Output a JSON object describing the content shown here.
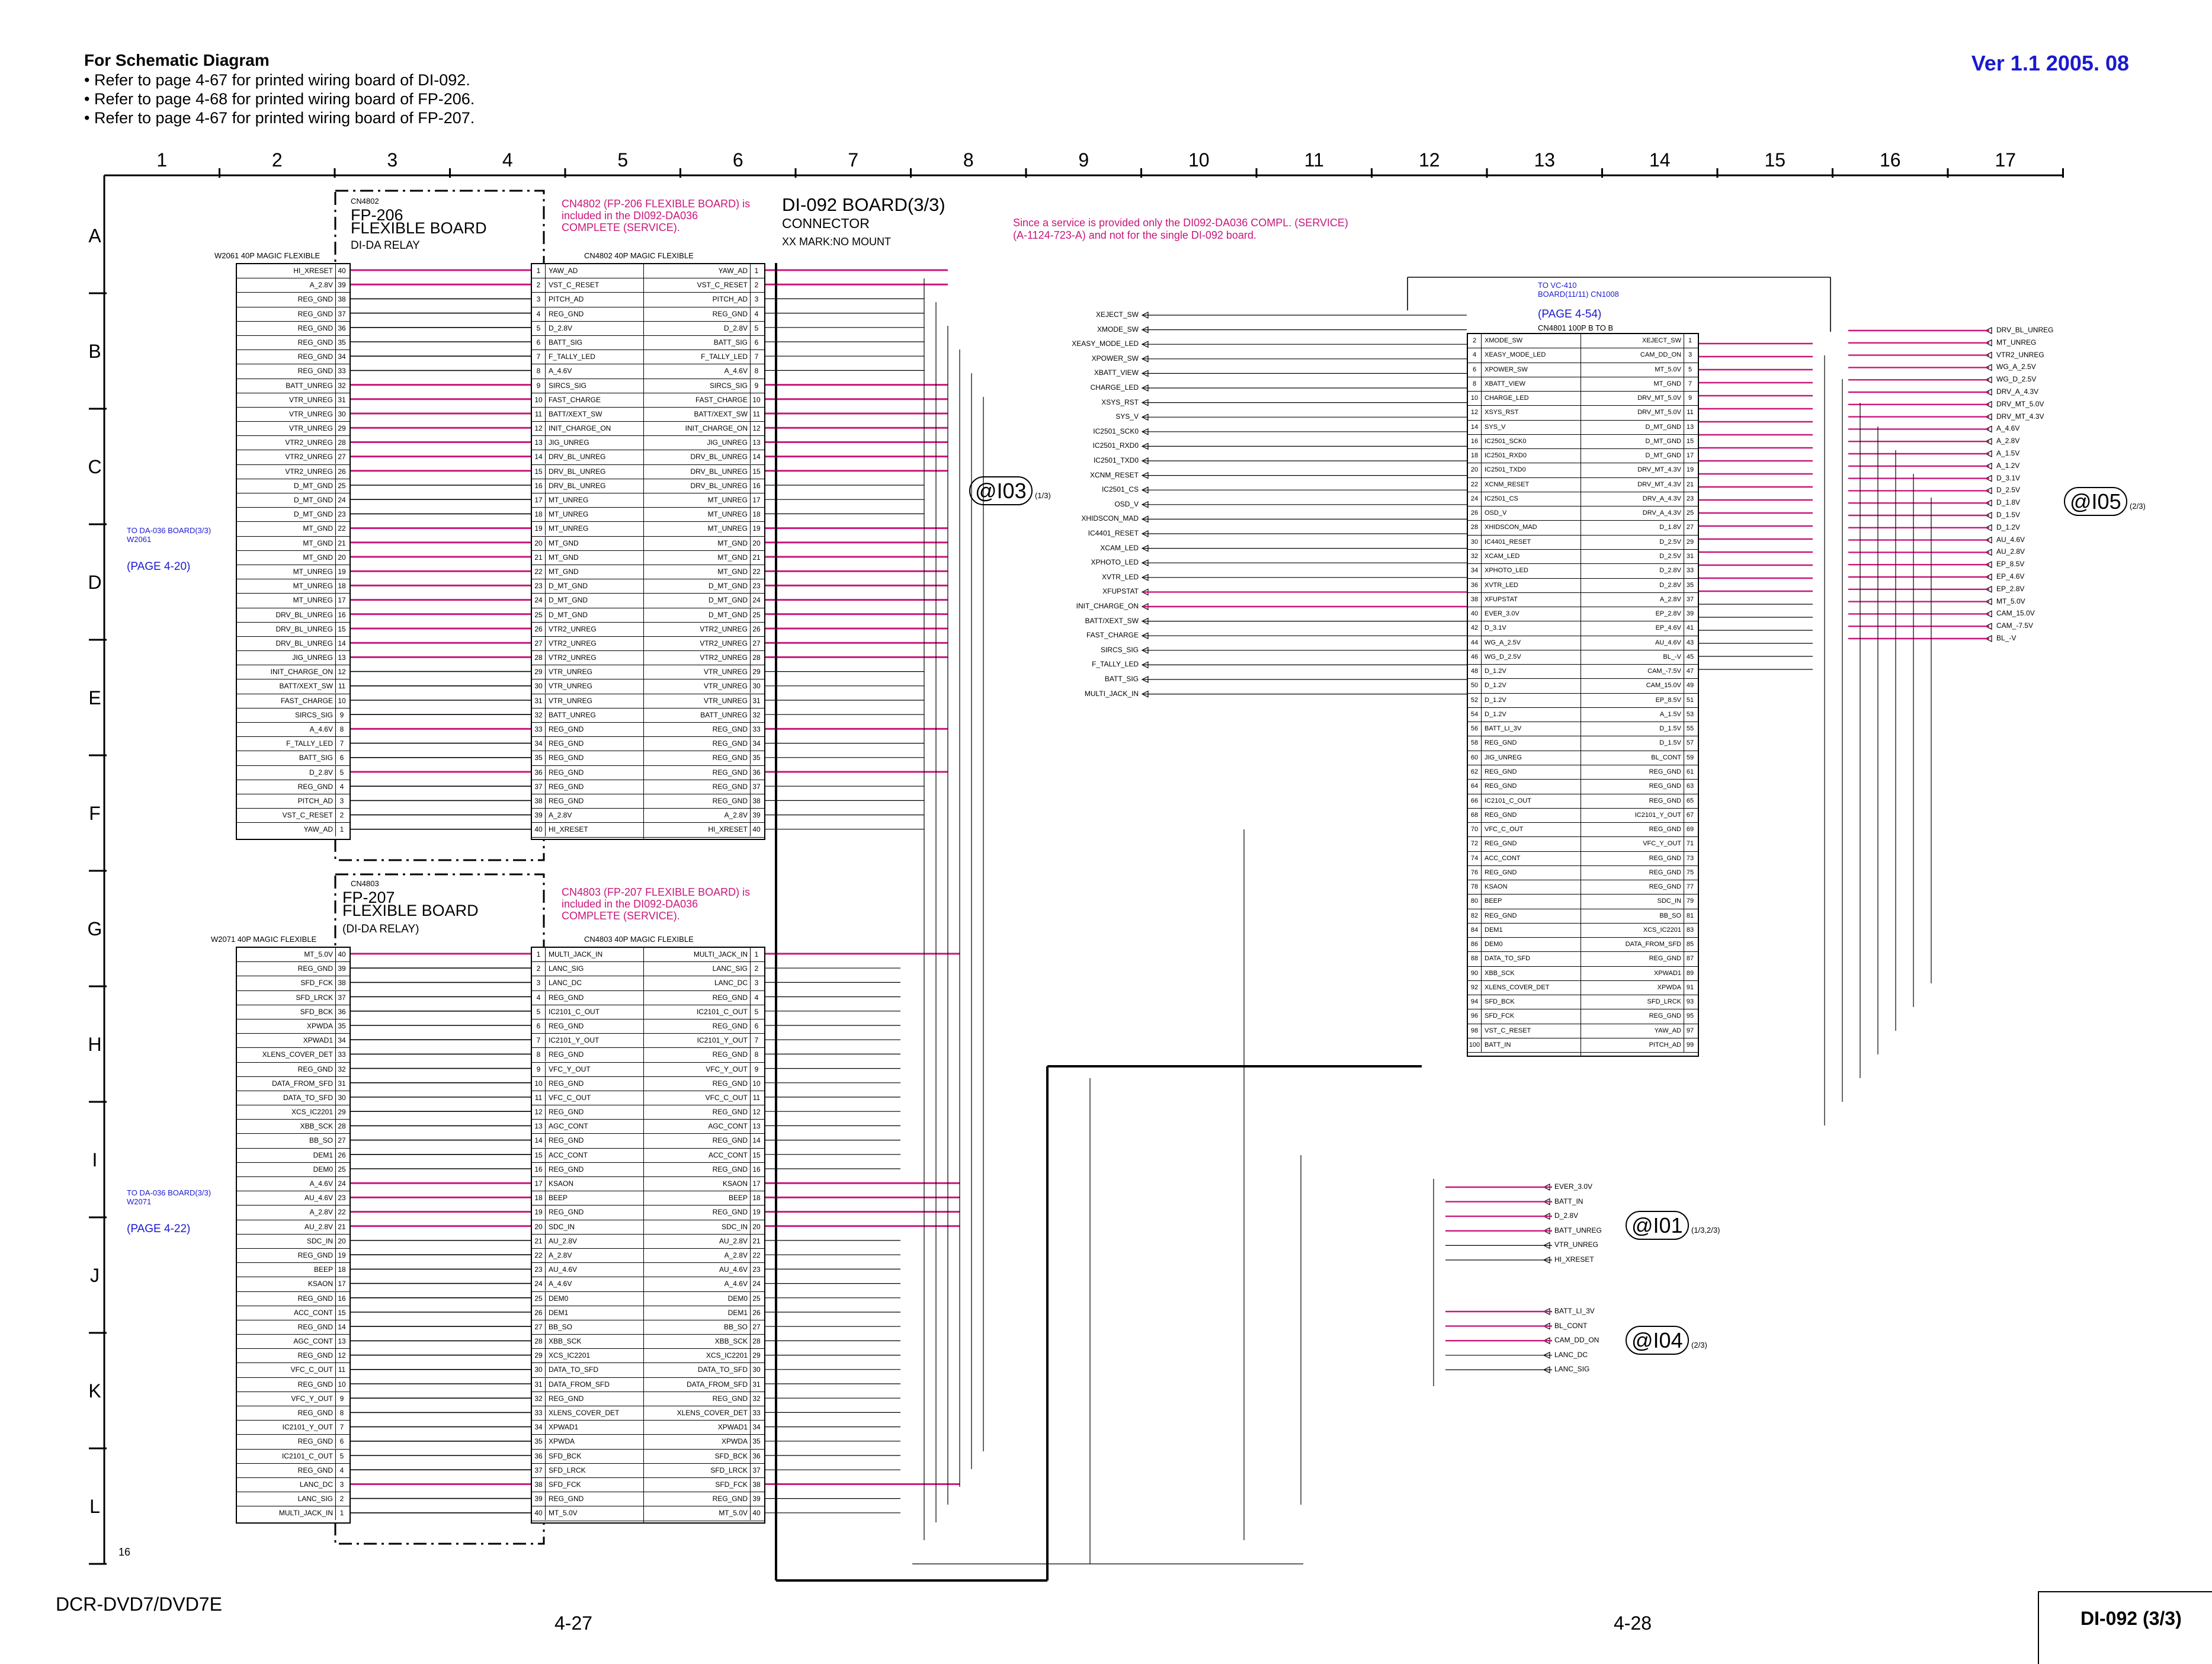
{
  "header": {
    "notes_title": "For Schematic Diagram",
    "notes": [
      "• Refer to page 4-67 for printed wiring board of DI-092.",
      "• Refer to page 4-68 for printed wiring board of FP-206.",
      "• Refer to page 4-67 for printed wiring board of FP-207."
    ],
    "version": "Ver 1.1  2005. 08"
  },
  "grid": {
    "columns": [
      "1",
      "2",
      "3",
      "4",
      "5",
      "6",
      "7",
      "8",
      "9",
      "10",
      "11",
      "12",
      "13",
      "14",
      "15",
      "16",
      "17"
    ],
    "rows": [
      "A",
      "B",
      "C",
      "D",
      "E",
      "F",
      "G",
      "H",
      "I",
      "J",
      "K",
      "L"
    ]
  },
  "fp206": {
    "cn_label": "CN4802",
    "title": "FP-206",
    "subtitle": "FLEXIBLE BOARD",
    "relay": "DI-DA RELAY",
    "w_label": "W2061  40P    MAGIC FLEXIBLE",
    "note": "CN4802 (FP-206 FLEXIBLE BOARD) is included in the DI092-DA036 COMPLETE (SERVICE).",
    "cn_hdr": "CN4802  40P        MAGIC FLEXIBLE",
    "to_label": "TO DA-036 BOARD(3/3) W2061",
    "page": "(PAGE 4-20)",
    "left_pins": [
      {
        "n": "40",
        "s": "HI_XRESET"
      },
      {
        "n": "39",
        "s": "A_2.8V"
      },
      {
        "n": "38",
        "s": "REG_GND"
      },
      {
        "n": "37",
        "s": "REG_GND"
      },
      {
        "n": "36",
        "s": "REG_GND"
      },
      {
        "n": "35",
        "s": "REG_GND"
      },
      {
        "n": "34",
        "s": "REG_GND"
      },
      {
        "n": "33",
        "s": "REG_GND"
      },
      {
        "n": "32",
        "s": "BATT_UNREG"
      },
      {
        "n": "31",
        "s": "VTR_UNREG"
      },
      {
        "n": "30",
        "s": "VTR_UNREG"
      },
      {
        "n": "29",
        "s": "VTR_UNREG"
      },
      {
        "n": "28",
        "s": "VTR2_UNREG"
      },
      {
        "n": "27",
        "s": "VTR2_UNREG"
      },
      {
        "n": "26",
        "s": "VTR2_UNREG"
      },
      {
        "n": "25",
        "s": "D_MT_GND"
      },
      {
        "n": "24",
        "s": "D_MT_GND"
      },
      {
        "n": "23",
        "s": "D_MT_GND"
      },
      {
        "n": "22",
        "s": "MT_GND"
      },
      {
        "n": "21",
        "s": "MT_GND"
      },
      {
        "n": "20",
        "s": "MT_GND"
      },
      {
        "n": "19",
        "s": "MT_UNREG"
      },
      {
        "n": "18",
        "s": "MT_UNREG"
      },
      {
        "n": "17",
        "s": "MT_UNREG"
      },
      {
        "n": "16",
        "s": "DRV_BL_UNREG"
      },
      {
        "n": "15",
        "s": "DRV_BL_UNREG"
      },
      {
        "n": "14",
        "s": "DRV_BL_UNREG"
      },
      {
        "n": "13",
        "s": "JIG_UNREG"
      },
      {
        "n": "12",
        "s": "INIT_CHARGE_ON"
      },
      {
        "n": "11",
        "s": "BATT/XEXT_SW"
      },
      {
        "n": "10",
        "s": "FAST_CHARGE"
      },
      {
        "n": "9",
        "s": "SIRCS_SIG"
      },
      {
        "n": "8",
        "s": "A_4.6V"
      },
      {
        "n": "7",
        "s": "F_TALLY_LED"
      },
      {
        "n": "6",
        "s": "BATT_SIG"
      },
      {
        "n": "5",
        "s": "D_2.8V"
      },
      {
        "n": "4",
        "s": "REG_GND"
      },
      {
        "n": "3",
        "s": "PITCH_AD"
      },
      {
        "n": "2",
        "s": "VST_C_RESET"
      },
      {
        "n": "1",
        "s": "YAW_AD"
      }
    ]
  },
  "fp207": {
    "cn_label": "CN4803",
    "title": "FP-207",
    "subtitle": "FLEXIBLE BOARD",
    "relay": "(DI-DA RELAY)",
    "w_label": "W2071  40P    MAGIC FLEXIBLE",
    "note": "CN4803 (FP-207 FLEXIBLE BOARD) is included in the DI092-DA036 COMPLETE (SERVICE).",
    "cn_hdr": "CN4803  40P        MAGIC FLEXIBLE",
    "to_label": "TO DA-036 BOARD(3/3) W2071",
    "page": "(PAGE 4-22)",
    "left_pins": [
      {
        "n": "40",
        "s": "MT_5.0V"
      },
      {
        "n": "39",
        "s": "REG_GND"
      },
      {
        "n": "38",
        "s": "SFD_FCK"
      },
      {
        "n": "37",
        "s": "SFD_LRCK"
      },
      {
        "n": "36",
        "s": "SFD_BCK"
      },
      {
        "n": "35",
        "s": "XPWDA"
      },
      {
        "n": "34",
        "s": "XPWAD1"
      },
      {
        "n": "33",
        "s": "XLENS_COVER_DET"
      },
      {
        "n": "32",
        "s": "REG_GND"
      },
      {
        "n": "31",
        "s": "DATA_FROM_SFD"
      },
      {
        "n": "30",
        "s": "DATA_TO_SFD"
      },
      {
        "n": "29",
        "s": "XCS_IC2201"
      },
      {
        "n": "28",
        "s": "XBB_SCK"
      },
      {
        "n": "27",
        "s": "BB_SO"
      },
      {
        "n": "26",
        "s": "DEM1"
      },
      {
        "n": "25",
        "s": "DEM0"
      },
      {
        "n": "24",
        "s": "A_4.6V"
      },
      {
        "n": "23",
        "s": "AU_4.6V"
      },
      {
        "n": "22",
        "s": "A_2.8V"
      },
      {
        "n": "21",
        "s": "AU_2.8V"
      },
      {
        "n": "20",
        "s": "SDC_IN"
      },
      {
        "n": "19",
        "s": "REG_GND"
      },
      {
        "n": "18",
        "s": "BEEP"
      },
      {
        "n": "17",
        "s": "KSAON"
      },
      {
        "n": "16",
        "s": "REG_GND"
      },
      {
        "n": "15",
        "s": "ACC_CONT"
      },
      {
        "n": "14",
        "s": "REG_GND"
      },
      {
        "n": "13",
        "s": "AGC_CONT"
      },
      {
        "n": "12",
        "s": "REG_GND"
      },
      {
        "n": "11",
        "s": "VFC_C_OUT"
      },
      {
        "n": "10",
        "s": "REG_GND"
      },
      {
        "n": "9",
        "s": "VFC_Y_OUT"
      },
      {
        "n": "8",
        "s": "REG_GND"
      },
      {
        "n": "7",
        "s": "IC2101_Y_OUT"
      },
      {
        "n": "6",
        "s": "REG_GND"
      },
      {
        "n": "5",
        "s": "IC2101_C_OUT"
      },
      {
        "n": "4",
        "s": "REG_GND"
      },
      {
        "n": "3",
        "s": "LANC_DC"
      },
      {
        "n": "2",
        "s": "LANC_SIG"
      },
      {
        "n": "1",
        "s": "MULTI_JACK_IN"
      }
    ]
  },
  "board": {
    "title": "DI-092 BOARD(3/3)",
    "subtitle": "CONNECTOR",
    "mark": "XX MARK:NO MOUNT",
    "service_note": "Since a service is provided only the DI092-DA036 COMPL. (SERVICE)(A-1124-723-A) and not for the single DI-092 board."
  },
  "refs": {
    "i03": "@I03",
    "i03_sub": "(1/3)",
    "i05": "@I05",
    "i05_sub": "(2/3)",
    "i01": "@I01",
    "i01_sub": "(1/3,2/3)",
    "i04": "@I04",
    "i04_sub": "(2/3)"
  },
  "cn4801": {
    "to_label": "TO VC-410 BOARD(11/11) CN1008",
    "page": "(PAGE 4-54)",
    "hdr": "CN4801   100P    B TO B",
    "left": [
      "XMODE_SW",
      "XEASY_MODE_LED",
      "XPOWER_SW",
      "XBATT_VIEW",
      "CHARGE_LED",
      "XSYS_RST",
      "SYS_V",
      "IC2501_SCK0",
      "IC2501_RXD0",
      "IC2501_TXD0",
      "XCNM_RESET",
      "IC2501_CS",
      "OSD_V",
      "XHIDSCON_MAD",
      "IC4401_RESET",
      "XCAM_LED",
      "XPHOTO_LED",
      "XVTR_LED",
      "XFUPSTAT",
      "EVER_3.0V",
      "D_3.1V",
      "WG_A_2.5V",
      "WG_D_2.5V",
      "D_1.2V",
      "D_1.2V",
      "D_1.2V",
      "D_1.2V",
      "BATT_LI_3V",
      "REG_GND",
      "JIG_UNREG",
      "REG_GND",
      "REG_GND",
      "IC2101_C_OUT",
      "REG_GND",
      "VFC_C_OUT",
      "REG_GND",
      "ACC_CONT",
      "REG_GND",
      "KSAON",
      "BEEP",
      "REG_GND",
      "DEM1",
      "DEM0",
      "DATA_TO_SFD",
      "XBB_SCK",
      "XLENS_COVER_DET",
      "SFD_BCK",
      "SFD_FCK",
      "VST_C_RESET",
      "BATT_IN"
    ],
    "right": [
      "XEJECT_SW",
      "CAM_DD_ON",
      "MT_5.0V",
      "MT_GND",
      "DRV_MT_5.0V",
      "DRV_MT_5.0V",
      "D_MT_GND",
      "D_MT_GND",
      "D_MT_GND",
      "DRV_MT_4.3V",
      "DRV_MT_4.3V",
      "DRV_A_4.3V",
      "DRV_A_4.3V",
      "D_1.8V",
      "D_2.5V",
      "D_2.5V",
      "D_2.8V",
      "D_2.8V",
      "A_2.8V",
      "EP_2.8V",
      "EP_4.6V",
      "AU_4.6V",
      "BL_-V",
      "CAM_-7.5V",
      "CAM_15.0V",
      "EP_8.5V",
      "A_1.5V",
      "D_1.5V",
      "D_1.5V",
      "BL_CONT",
      "REG_GND",
      "REG_GND",
      "REG_GND",
      "IC2101_Y_OUT",
      "REG_GND",
      "VFC_Y_OUT",
      "REG_GND",
      "REG_GND",
      "REG_GND",
      "SDC_IN",
      "BB_SO",
      "XCS_IC2201",
      "DATA_FROM_SFD",
      "REG_GND",
      "XPWAD1",
      "XPWDA",
      "SFD_LRCK",
      "REG_GND",
      "YAW_AD",
      "PITCH_AD"
    ]
  },
  "left_io": [
    "XEJECT_SW",
    "XMODE_SW",
    "XEASY_MODE_LED",
    "XPOWER_SW",
    "XBATT_VIEW",
    "CHARGE_LED",
    "XSYS_RST",
    "SYS_V",
    "IC2501_SCK0",
    "IC2501_RXD0",
    "IC2501_TXD0",
    "XCNM_RESET",
    "IC2501_CS",
    "OSD_V",
    "XHIDSCON_MAD",
    "IC4401_RESET",
    "XCAM_LED",
    "XPHOTO_LED",
    "XVTR_LED",
    "XFUPSTAT",
    "INIT_CHARGE_ON",
    "BATT/XEXT_SW",
    "FAST_CHARGE",
    "SIRCS_SIG",
    "F_TALLY_LED",
    "BATT_SIG",
    "MULTI_JACK_IN"
  ],
  "right_io": [
    "DRV_BL_UNREG",
    "MT_UNREG",
    "VTR2_UNREG",
    "WG_A_2.5V",
    "WG_D_2.5V",
    "DRV_A_4.3V",
    "DRV_MT_5.0V",
    "DRV_MT_4.3V",
    "A_4.6V",
    "A_2.8V",
    "A_1.5V",
    "A_1.2V",
    "D_3.1V",
    "D_2.5V",
    "D_1.8V",
    "D_1.5V",
    "D_1.2V",
    "AU_4.6V",
    "AU_2.8V",
    "EP_8.5V",
    "EP_4.6V",
    "EP_2.8V",
    "MT_5.0V",
    "CAM_15.0V",
    "CAM_-7.5V",
    "BL_-V"
  ],
  "i01_sigs": [
    "EVER_3.0V",
    "BATT_IN",
    "D_2.8V",
    "BATT_UNREG",
    "VTR_UNREG",
    "HI_XRESET"
  ],
  "i04_sigs": [
    "BATT_LI_3V",
    "BL_CONT",
    "CAM_DD_ON",
    "LANC_DC",
    "LANC_SIG"
  ],
  "footer": {
    "model": "DCR-DVD7/DVD7E",
    "page_left": "4-27",
    "page_right": "4-28",
    "board_ref": "DI-092 (3/3)",
    "sheet": "16"
  }
}
